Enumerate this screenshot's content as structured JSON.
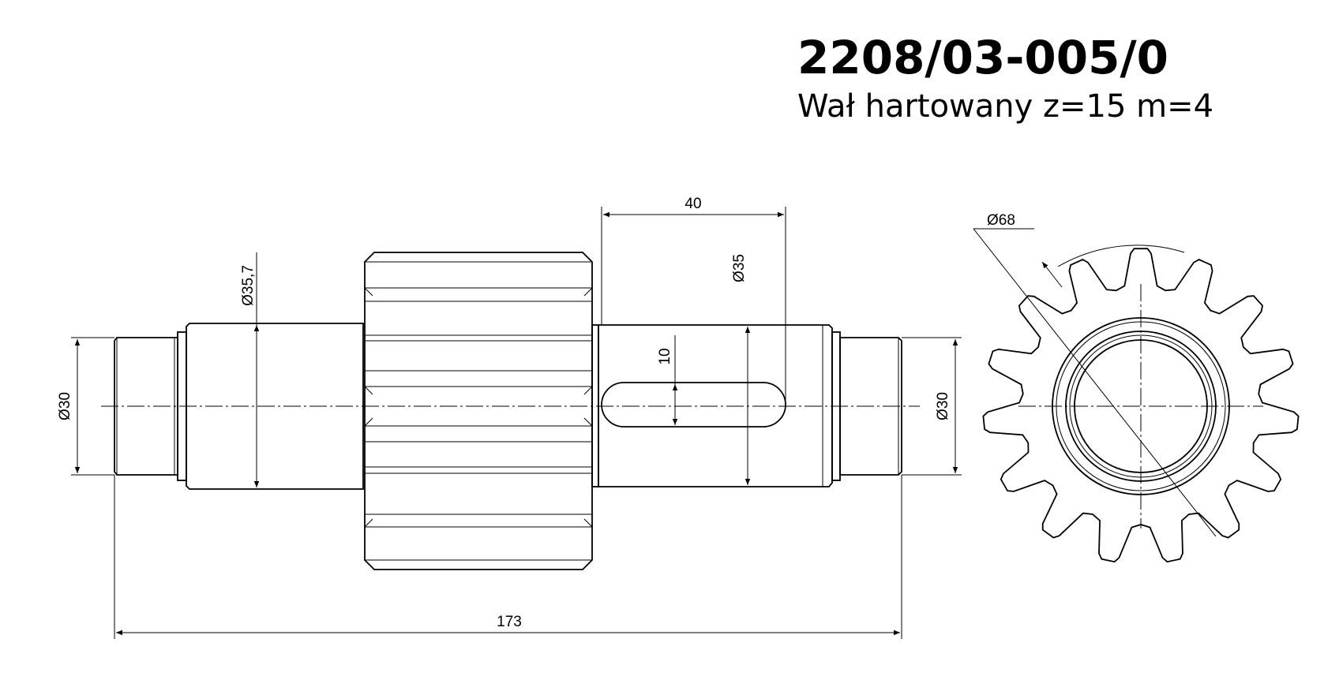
{
  "title": {
    "part_number": "2208/03-005/0",
    "part_name": "Wał hartowany z=15 m=4"
  },
  "dimensions": {
    "left_journal_dia": "Ø30",
    "shaft_dia": "Ø35,7",
    "keyway_length": "40",
    "keyway_width": "10",
    "key_seat_dia": "Ø35",
    "right_journal_dia": "Ø30",
    "overall_length": "173",
    "gear_outer_dia": "Ø68"
  }
}
